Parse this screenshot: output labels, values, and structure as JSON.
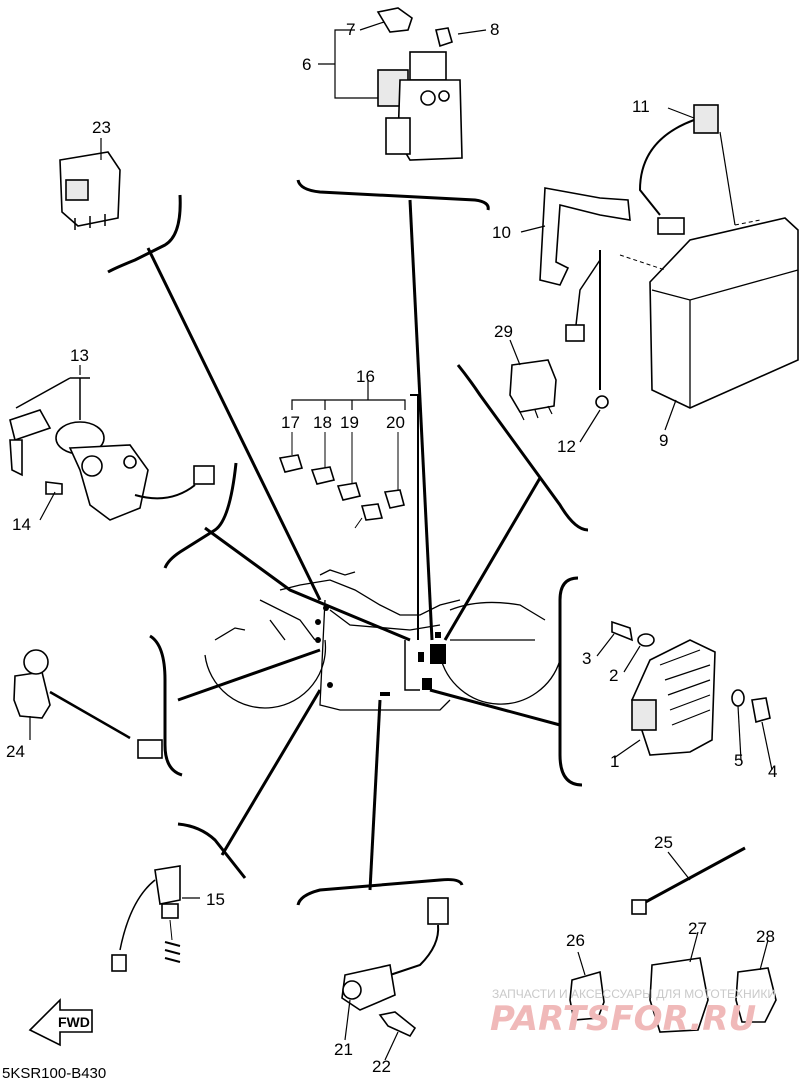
{
  "diagram_code": "5KSR100-B430",
  "fwd_label": "FWD",
  "watermark": {
    "top": "ЗАПЧАСТИ И АКСЕССУАРЫ ДЛЯ МОТОТЕХНИКИ",
    "brand": "PARTSFOR.RU"
  },
  "callouts": {
    "c1": "1",
    "c2": "2",
    "c3": "3",
    "c4": "4",
    "c5": "5",
    "c6": "6",
    "c7": "7",
    "c8": "8",
    "c9": "9",
    "c10": "10",
    "c11": "11",
    "c12": "12",
    "c13": "13",
    "c14": "14",
    "c15": "15",
    "c16": "16",
    "c17": "17",
    "c18": "18",
    "c19": "19",
    "c20": "20",
    "c21": "21",
    "c22": "22",
    "c23": "23",
    "c24": "24",
    "c25": "25",
    "c26": "26",
    "c27": "27",
    "c28": "28",
    "c29": "29"
  }
}
